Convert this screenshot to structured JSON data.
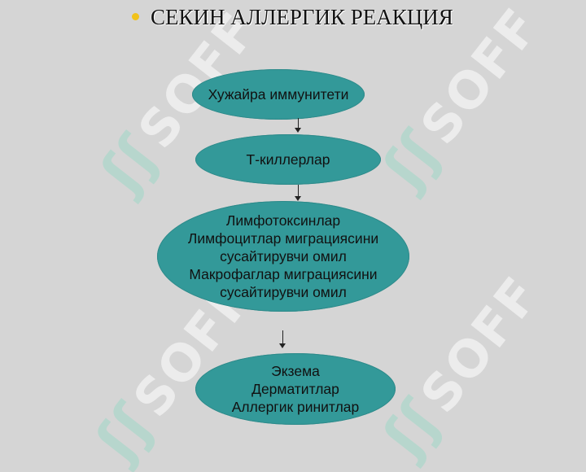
{
  "title": "СЕКИН АЛЛЕРГИК РЕАКЦИЯ",
  "watermark_text": "SOFF",
  "nodes": [
    {
      "lines": [
        "Хужайра иммунитети"
      ]
    },
    {
      "lines": [
        "Т-киллерлар"
      ]
    },
    {
      "lines": [
        "Лимфотоксинлар",
        "Лимфоцитлар миграциясини",
        "сусайтирувчи омил",
        "Макрофаглар миграциясини",
        "сусайтирувчи омил"
      ]
    },
    {
      "lines": [
        "Экзема",
        "Дерматитлар",
        "Аллергик ринитлар"
      ]
    }
  ],
  "colors": {
    "background": "#d5d5d5",
    "node_fill": "#339999",
    "bullet": "#f1c21b"
  }
}
